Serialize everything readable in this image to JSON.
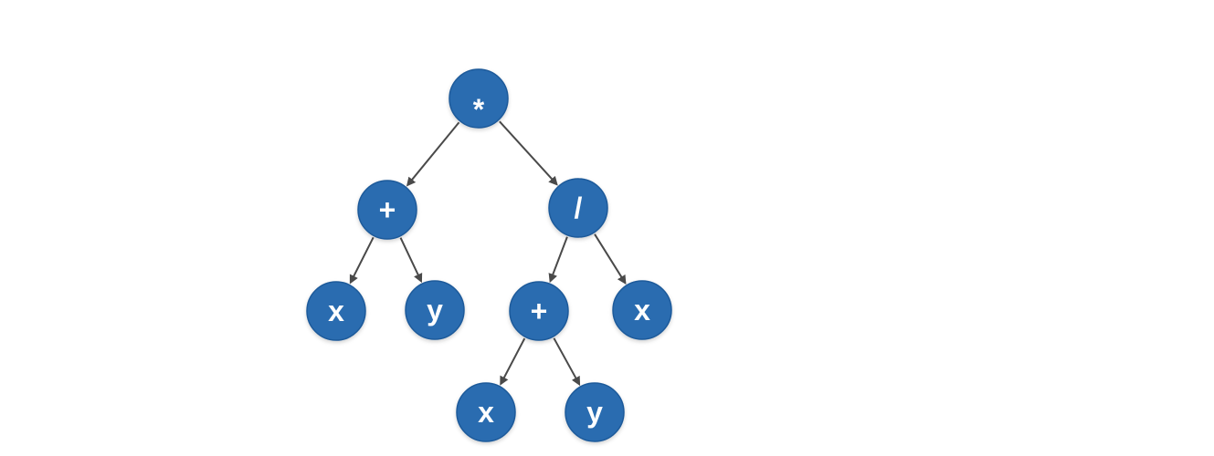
{
  "tree": {
    "node_color": "#2b6cb0",
    "node_stroke": "#1f5a9a",
    "edge_color": "#4a4a4a",
    "label_color": "#ffffff",
    "nodes": [
      {
        "id": "root",
        "label": "*"
      },
      {
        "id": "plus-left",
        "label": "+"
      },
      {
        "id": "divide",
        "label": "/"
      },
      {
        "id": "x-left",
        "label": "x"
      },
      {
        "id": "y-left",
        "label": "y"
      },
      {
        "id": "plus-inner",
        "label": "+"
      },
      {
        "id": "x-right",
        "label": "x"
      },
      {
        "id": "x-inner",
        "label": "x"
      },
      {
        "id": "y-inner",
        "label": "y"
      }
    ],
    "edges": [
      {
        "from": "root",
        "to": "plus-left"
      },
      {
        "from": "root",
        "to": "divide"
      },
      {
        "from": "plus-left",
        "to": "x-left"
      },
      {
        "from": "plus-left",
        "to": "y-left"
      },
      {
        "from": "divide",
        "to": "plus-inner"
      },
      {
        "from": "divide",
        "to": "x-right"
      },
      {
        "from": "plus-inner",
        "to": "x-inner"
      },
      {
        "from": "plus-inner",
        "to": "y-inner"
      }
    ]
  }
}
